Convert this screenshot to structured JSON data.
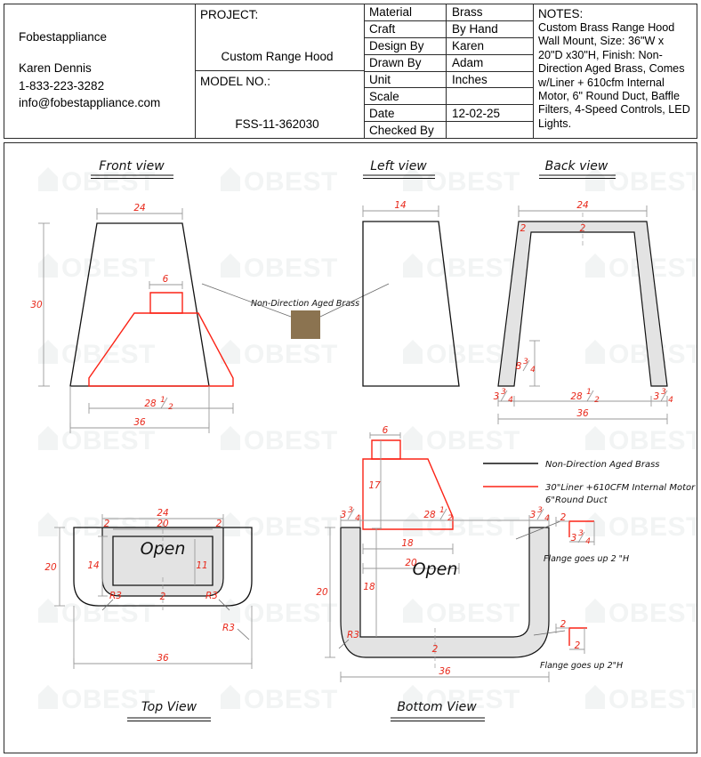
{
  "company": {
    "name": "Fobestappliance",
    "contact_name": "Karen Dennis",
    "phone": "1-833-223-3282",
    "email": "info@fobestappliance.com"
  },
  "project": {
    "label": "PROJECT:",
    "value": "Custom Range Hood",
    "model_label": "MODEL NO.:",
    "model_value": "FSS-11-362030"
  },
  "spec_table": {
    "rows": [
      {
        "key": "Material",
        "value": "Brass"
      },
      {
        "key": "Craft",
        "value": "By Hand"
      },
      {
        "key": "Design By",
        "value": "Karen"
      },
      {
        "key": "Drawn By",
        "value": "Adam"
      },
      {
        "key": "Unit",
        "value": "Inches"
      },
      {
        "key": "Scale",
        "value": ""
      },
      {
        "key": "Date",
        "value": "12-02-25"
      },
      {
        "key": "Checked By",
        "value": ""
      }
    ]
  },
  "notes": {
    "heading": "NOTES:",
    "body": "Custom Brass Range Hood Wall Mount, Size: 36\"W x 20\"D x30\"H, Finish: Non-Direction Aged Brass, Comes w/Liner + 610cfm Internal Motor, 6\" Round Duct, Baffle Filters, 4-Speed Controls, LED Lights."
  },
  "watermark": {
    "text": "OBEST",
    "color": "#f2f4f4"
  },
  "views": {
    "front": {
      "title": "Front view",
      "dims": {
        "top_width": "24",
        "height": "30",
        "duct_width": "6",
        "liner_width": "28 1/2",
        "liner_width_whole": "28",
        "liner_width_num": "1",
        "liner_width_den": "2",
        "bottom_width": "36"
      }
    },
    "left": {
      "title": "Left view",
      "dims": {
        "top_depth": "14",
        "duct_width": "6",
        "liner_height": "17",
        "liner_depth": "18",
        "bottom_depth": "20"
      }
    },
    "back": {
      "title": "Back view",
      "dims": {
        "top_width": "24",
        "flange_left": "2",
        "flange_top": "2",
        "flange_height_whole": "8",
        "flange_height_num": "3",
        "flange_height_den": "4",
        "side_left_whole": "3",
        "side_left_num": "3",
        "side_left_den": "4",
        "side_right_whole": "3",
        "side_right_num": "3",
        "side_right_den": "4",
        "inner_width_whole": "28",
        "inner_width_num": "1",
        "inner_width_den": "2",
        "bottom_width": "36"
      }
    },
    "top": {
      "title": "Top View",
      "open_label": "Open",
      "dims": {
        "width_24": "24",
        "width_20": "20",
        "flange_left": "2",
        "flange_right": "2",
        "flange_bottom": "2",
        "depth_14": "14",
        "depth_11": "11",
        "depth_20": "20",
        "width_36": "36",
        "radius_1": "R3",
        "radius_2": "R3",
        "radius_3": "R3"
      }
    },
    "bottom": {
      "title": "Bottom View",
      "open_label": "Open",
      "dims": {
        "side_left_whole": "3",
        "side_left_num": "3",
        "side_left_den": "4",
        "inner_width_whole": "28",
        "inner_width_num": "1",
        "inner_width_den": "2",
        "side_right_whole": "3",
        "side_right_num": "3",
        "side_right_den": "4",
        "depth_20": "20",
        "depth_18": "18",
        "flange_bottom": "2",
        "width_36": "36",
        "radius": "R3"
      }
    }
  },
  "annotations": {
    "material_callout": "Non-Direction Aged Brass",
    "brass_swatch_color": "#8b7350",
    "flange_note_top": "Flange goes up 2 \"H",
    "flange_note_bottom": "Flange goes up 2\"H",
    "flange_detail_top": {
      "horiz": "2",
      "vert_whole": "3",
      "vert_num": "3",
      "vert_den": "4"
    },
    "flange_detail_bottom": {
      "horiz": "2",
      "vert": "2"
    }
  },
  "legend": {
    "items": [
      {
        "color": "#111111",
        "label": "Non-Direction Aged Brass"
      },
      {
        "color": "#fb2316",
        "label": "30\"Liner +610CFM Internal Motor",
        "label2": "6\"Round Duct"
      }
    ]
  }
}
